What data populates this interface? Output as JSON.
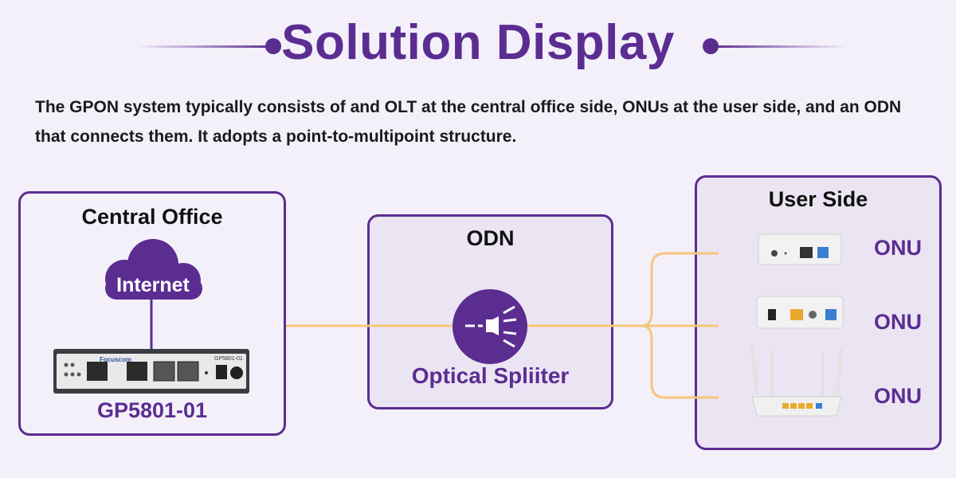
{
  "header": {
    "title": "Solution Display",
    "description": "The GPON system typically consists of and OLT at the central office side, ONUs at the user side, and an ODN that connects them. It adopts a point-to-multipoint structure."
  },
  "central_office": {
    "title": "Central Office",
    "cloud_label": "Internet",
    "device_model": "GP5801-01",
    "device_brand": "Focuscom"
  },
  "odn": {
    "title": "ODN",
    "splitter_label": "Optical Spliiter"
  },
  "user_side": {
    "title": "User Side",
    "onus": [
      {
        "label": "ONU"
      },
      {
        "label": "ONU"
      },
      {
        "label": "ONU"
      }
    ]
  },
  "colors": {
    "brand_purple": "#5b2d91",
    "fiber_orange": "#f6c77a",
    "background": "#f4f0fa"
  }
}
